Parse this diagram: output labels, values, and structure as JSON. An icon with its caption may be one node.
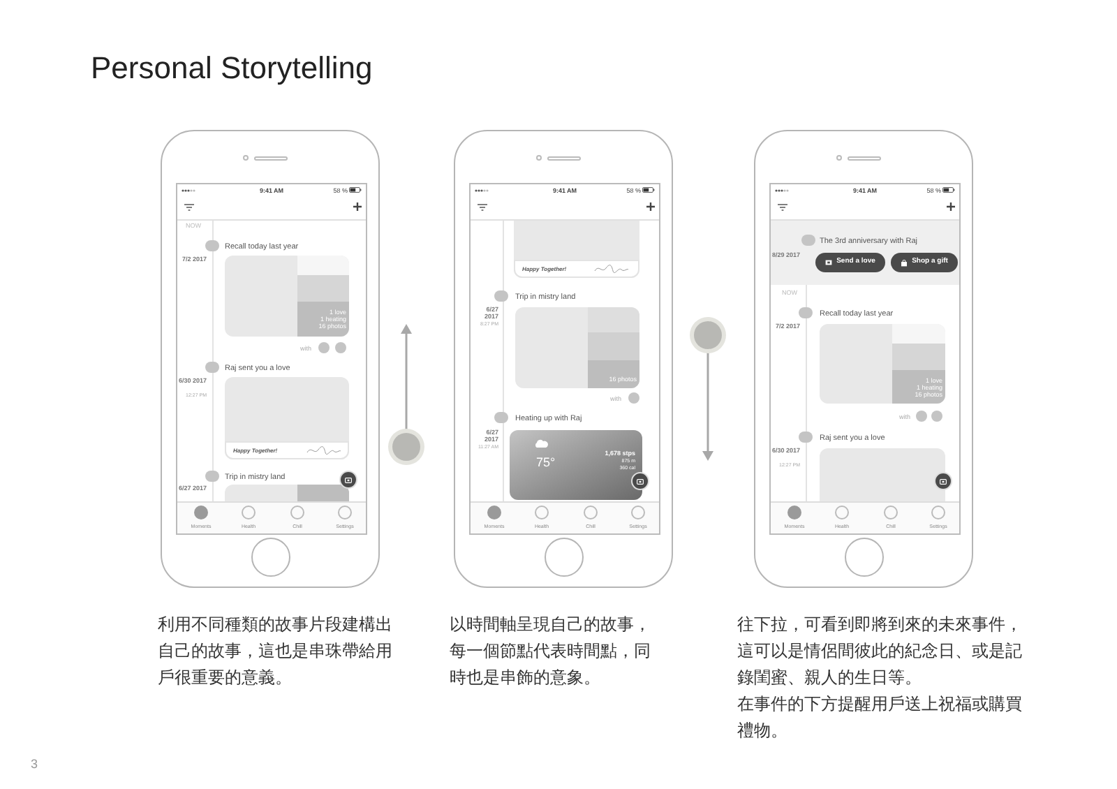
{
  "diagram": {
    "title": "Personal Storytelling",
    "nodes": [
      {
        "text": [
          "9:41 AM",
          "58 %",
          "NOW",
          "Recall today last year",
          "7/2 2017",
          "1 love",
          "1 heating",
          "16 photos",
          "with",
          "Raj sent you a love",
          "6/30 2017",
          "12:27 PM",
          "Happy Together!",
          "Trip in mistry land",
          "6/27 2017",
          "Moments",
          "Health",
          "Chill",
          "Settings"
        ],
        "beside": [
          "利用不同種類的故事片段建構出自己的故事，這也是串珠帶給用戶很重要的意義。"
        ]
      },
      {
        "text": [
          "9:41 AM",
          "58 %",
          "Happy Together!",
          "Trip in mistry land",
          "6/27 2017",
          "8:27 PM",
          "16 photos",
          "with",
          "Heating up with Raj",
          "6/27 2017",
          "11:27 AM",
          "75°",
          "1,678 stps",
          "875 m",
          "360 cal",
          "Moments",
          "Health",
          "Chill",
          "Settings"
        ],
        "beside": [
          "以時間軸呈現自己的故事，每一個節點代表時間點，同時也是串飾的意象。"
        ]
      },
      {
        "text": [
          "9:41 AM",
          "58 %",
          "The 3rd anniversary with Raj",
          "8/29 2017",
          "Send a love",
          "Shop a gift",
          "NOW",
          "Recall today last year",
          "7/2 2017",
          "1 love",
          "1 heating",
          "16 photos",
          "with",
          "Raj sent you a love",
          "6/30 2017",
          "12:27 PM",
          "Moments",
          "Health",
          "Chill",
          "Settings"
        ],
        "beside": [
          "往下拉，可看到即將到來的未來事件，這可以是情侶間彼此的紀念日、或是記錄閨蜜、親人的生日等。",
          "在事件的下方提醒用戶送上祝福或購買禮物。"
        ]
      }
    ],
    "labels": [
      "3"
    ]
  }
}
